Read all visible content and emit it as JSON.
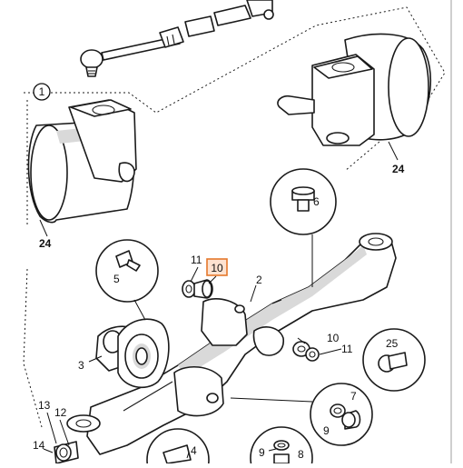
{
  "diagram": {
    "callouts": {
      "c1": "1",
      "c24_left": "24",
      "c24_right": "24",
      "c6": "6",
      "c5": "5",
      "c11_top": "11",
      "c10_highlight": "10",
      "c2": "2",
      "c3": "3",
      "c10_right": "10",
      "c11_right": "11",
      "c25": "25",
      "c7": "7",
      "c9_right": "9",
      "c13": "13",
      "c12": "12",
      "c14": "14",
      "c4": "4",
      "c9_bottom": "9",
      "c8": "8"
    },
    "highlight_color": "#e4782c"
  }
}
